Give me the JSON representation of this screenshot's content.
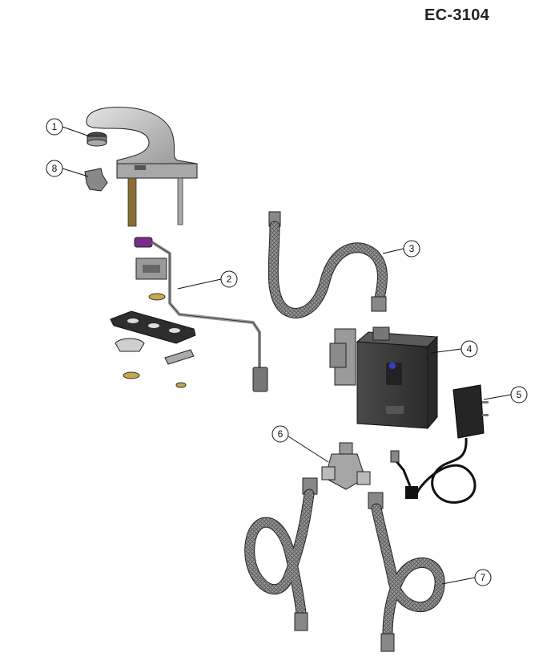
{
  "model_number": "EC-3104",
  "callouts": [
    {
      "id": "1",
      "part": "aerator"
    },
    {
      "id": "2",
      "part": "sensor-cable-assembly"
    },
    {
      "id": "3",
      "part": "supply-hose"
    },
    {
      "id": "4",
      "part": "control-module"
    },
    {
      "id": "5",
      "part": "power-adapter"
    },
    {
      "id": "6",
      "part": "mixing-tee"
    },
    {
      "id": "7",
      "part": "supply-hoses"
    },
    {
      "id": "8",
      "part": "gasket-plate"
    }
  ],
  "colors": {
    "line": "#222222",
    "chrome": "#b9b9b9",
    "dark_gray": "#3a3a3a",
    "brass": "#9c7b3a",
    "purple": "#7a2c8a",
    "hose": "#8a8a8a"
  }
}
